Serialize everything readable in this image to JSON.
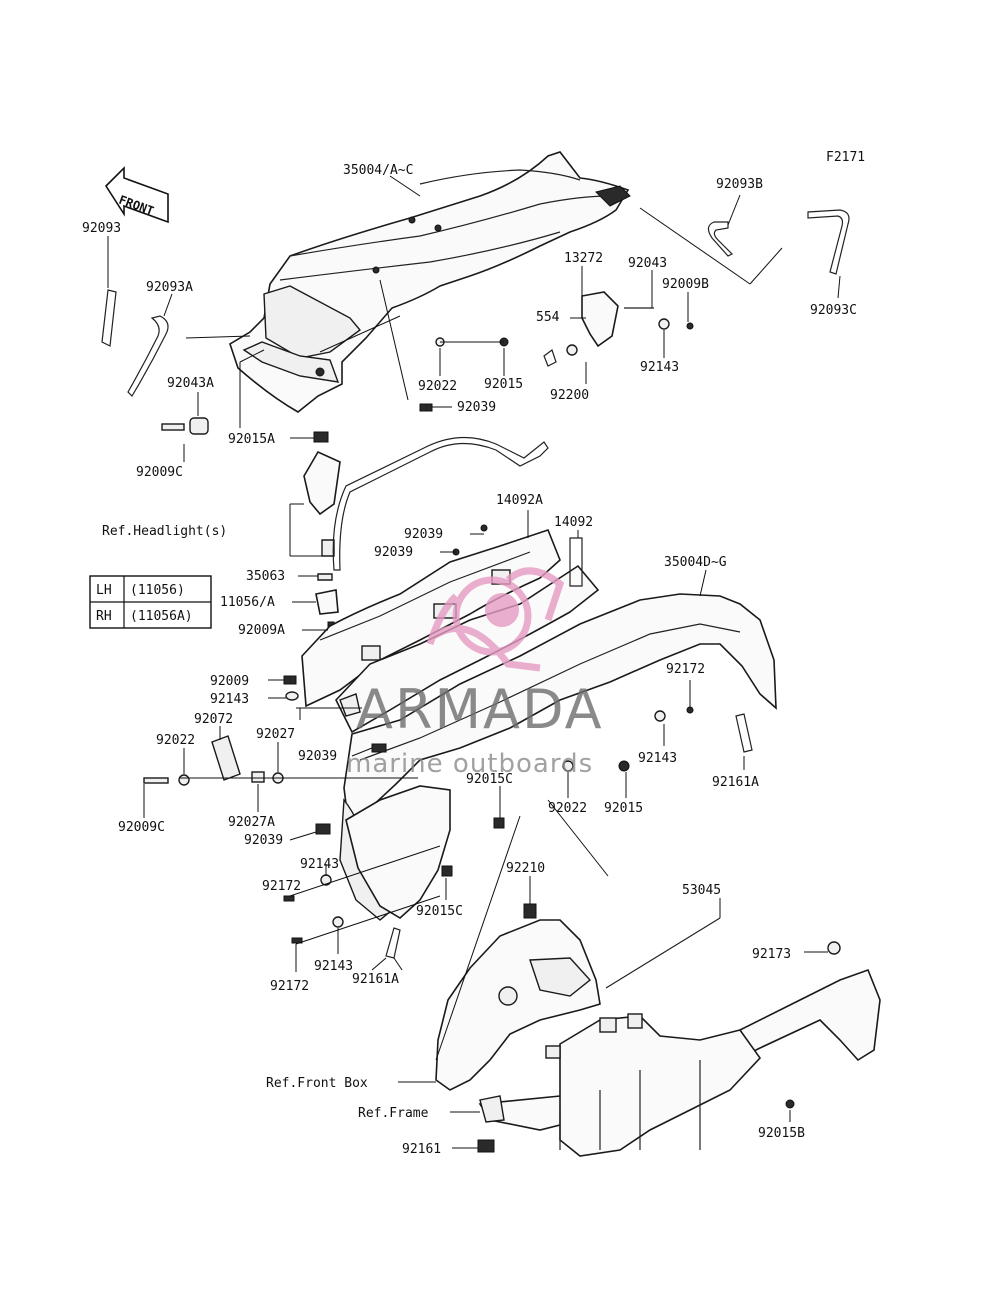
{
  "figure_code": "F2171",
  "front_arrow_label": "FRONT",
  "watermark": {
    "brand": "ARMADA",
    "tagline": "marine outboards",
    "color": "#e59ac2"
  },
  "legend_table": [
    {
      "side": "LH",
      "code": "(11056)"
    },
    {
      "side": "RH",
      "code": "(11056A)"
    }
  ],
  "part_labels": [
    "35004/A~C",
    "92093B",
    "92093C",
    "92093",
    "92093A",
    "13272",
    "92043",
    "92009B",
    "554",
    "92143",
    "92200",
    "92022",
    "92015",
    "92039",
    "92043A",
    "92009C",
    "92015A",
    "Ref.Headlight(s)",
    "35063",
    "11056/A",
    "92009A",
    "14092A",
    "14092",
    "92039",
    "92039",
    "35004D~G",
    "92009",
    "92143",
    "92072",
    "92022",
    "92027",
    "92039",
    "92172",
    "92143",
    "92161A",
    "92009C",
    "92027A",
    "92015C",
    "92022",
    "92015",
    "92039",
    "92143",
    "92172",
    "92015C",
    "92210",
    "92143",
    "92172",
    "92161A",
    "53045",
    "92173",
    "Ref.Front Box",
    "Ref.Frame",
    "92015B",
    "92161"
  ]
}
